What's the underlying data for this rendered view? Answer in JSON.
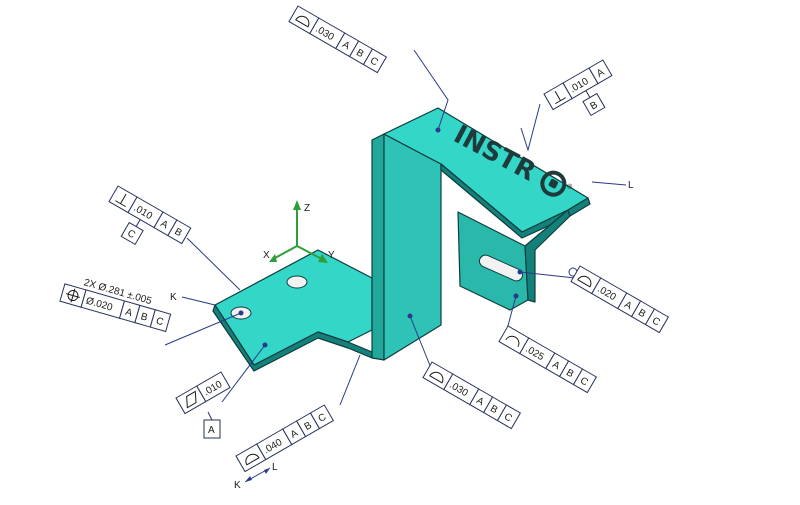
{
  "colors": {
    "part_face": "#34d6c8",
    "part_side": "#22a79b",
    "part_dark": "#14807a",
    "leader": "#2a3a8a",
    "axis": "#2e9e3a",
    "logo": "#1e3a3a"
  },
  "logo": {
    "text": "INSTR",
    "o_icon": "mask-icon",
    "mark": "®"
  },
  "axes": {
    "x": "X",
    "y": "Y",
    "z": "Z"
  },
  "labels": {
    "k": "K",
    "l": "L",
    "k_bottom": "K",
    "l_bottom": "L"
  },
  "callouts": {
    "top_profile": {
      "symbol": "profile-of-surface-icon",
      "tolerance": ".030",
      "datums": [
        "A",
        "B",
        "C"
      ]
    },
    "perp_right": {
      "symbol": "perpendicularity-icon",
      "tolerance": ".010",
      "datums": [
        "A"
      ],
      "datum_below": "B"
    },
    "perp_left": {
      "symbol": "perpendicularity-icon",
      "tolerance": ".010",
      "datums": [
        "A",
        "B"
      ],
      "datum_below": "C"
    },
    "holes": {
      "note": "2X Ø.281 ±.005",
      "symbol": "position-icon",
      "tolerance": "Ø.020",
      "datums": [
        "A",
        "B",
        "C"
      ]
    },
    "flatness": {
      "symbol": "flatness-icon",
      "tolerance": ".010",
      "datum_below": "A"
    },
    "bottom_edge": {
      "symbol": "profile-of-surface-icon",
      "tolerance": ".040",
      "datums": [
        "A",
        "B",
        "C"
      ]
    },
    "vertical_profile": {
      "symbol": "profile-of-surface-icon",
      "tolerance": ".030",
      "datums": [
        "A",
        "B",
        "C"
      ]
    },
    "slot_profile_a": {
      "symbol": "profile-of-surface-icon",
      "tolerance": ".020",
      "datums": [
        "A",
        "B",
        "C"
      ]
    },
    "slot_profile_b": {
      "symbol": "profile-of-line-icon",
      "tolerance": ".025",
      "datums": [
        "A",
        "B",
        "C"
      ]
    }
  }
}
